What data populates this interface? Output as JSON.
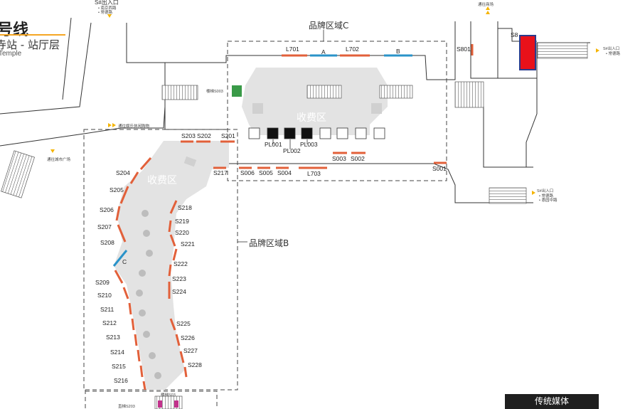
{
  "header": {
    "line_title": "号线",
    "station_title": "寺站 - 站厅层",
    "station_en": "Temple"
  },
  "zones": {
    "zone_c": "品牌区域C",
    "zone_b": "品牌区域B",
    "fee_upper": "收费区",
    "fee_lower": "收费区"
  },
  "exits": {
    "top_left_exit": "S#出入口",
    "top_left_exit_note1": "• 南京西路",
    "top_left_exit_note2": "• 常德路",
    "mall_top": "通往商场",
    "right_exit": "S#出入口",
    "right_exit_note": "• 常德路",
    "bottom_right_exit": "S#出入口",
    "bottom_right_exit_note1": "• 常德路",
    "bottom_right_exit_note2": "• 愚园中路",
    "to_mall_left": "通往娱乐休闲购物",
    "to_plaza": "通往城市广场"
  },
  "labels": {
    "L701": "L701",
    "L702": "L702",
    "L703": "L703",
    "A": "A",
    "B": "B",
    "C": "C",
    "S801": "S801",
    "S8": "S8",
    "S001": "S001",
    "S002": "S002",
    "S003": "S003",
    "S004": "S004",
    "S005": "S005",
    "S006": "S006",
    "S201": "S201",
    "S202": "S202",
    "S203": "S203",
    "S204": "S204",
    "S205": "S205",
    "S206": "S206",
    "S207": "S207",
    "S208": "S208",
    "S209": "S209",
    "S210": "S210",
    "S211": "S211",
    "S212": "S212",
    "S213": "S213",
    "S214": "S214",
    "S215": "S215",
    "S216": "S216",
    "S217": "S217",
    "S218": "S218",
    "S219": "S219",
    "S220": "S220",
    "S221": "S221",
    "S222": "S222",
    "S223": "S223",
    "S224": "S224",
    "S225": "S225",
    "S226": "S226",
    "S227": "S227",
    "S228": "S228",
    "PL001": "PL001",
    "PL002": "PL002",
    "PL003": "PL003",
    "small_upper": "楼梯S003",
    "small_bottom1": "楼梯S03",
    "small_bottom2": "直梯S203"
  },
  "legend": {
    "traditional_media": "传统媒体"
  },
  "colors": {
    "orange": "#e2603a",
    "blue": "#2a93c9",
    "red_block": "#e8111a",
    "navy": "#2b3a8c",
    "green": "#3a9a48",
    "magenta": "#c2328c",
    "gray_area": "#e3e3e3",
    "arrow_yellow": "#f5b400"
  }
}
